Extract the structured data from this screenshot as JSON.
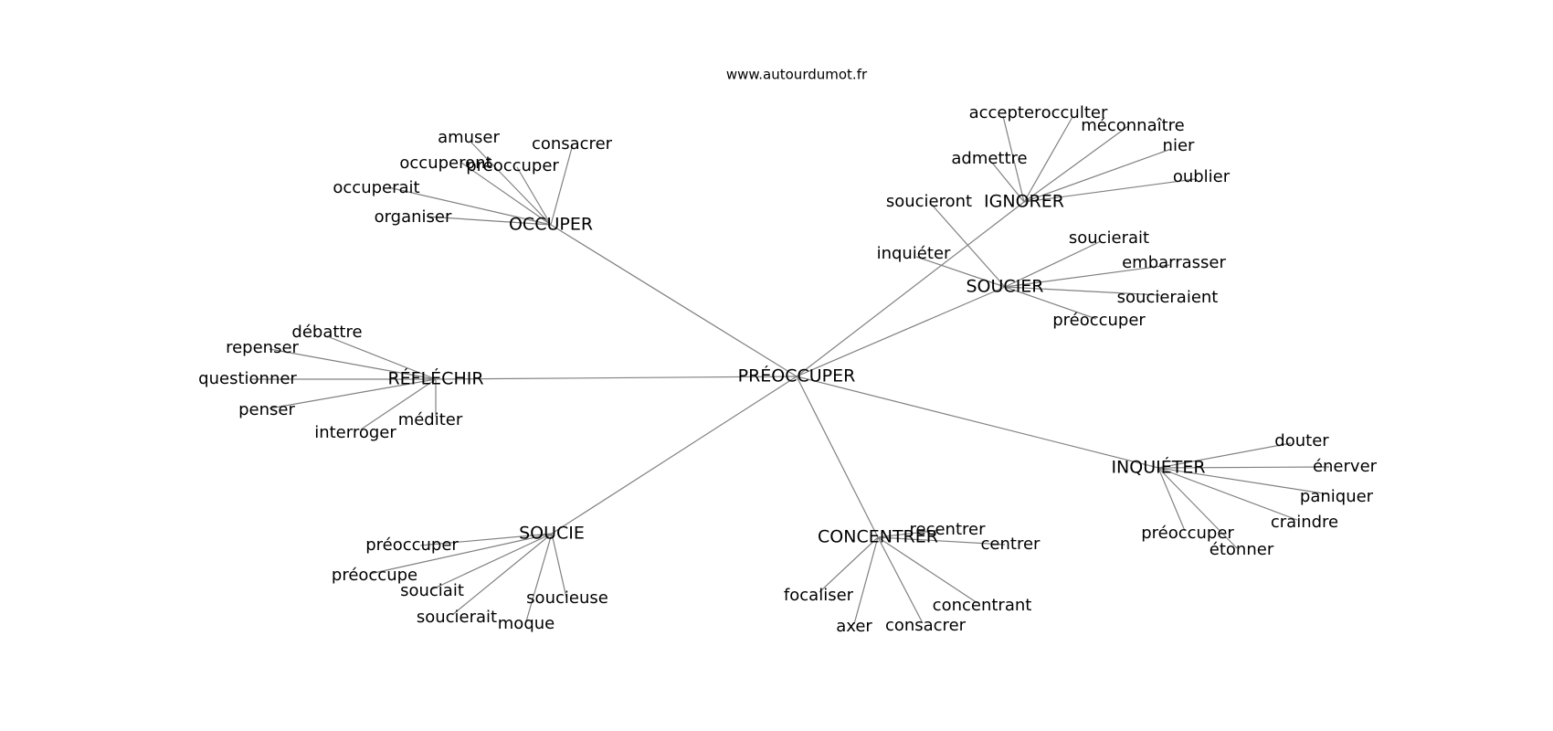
{
  "watermark": "www.autourdumot.fr",
  "graph": {
    "center": "PRÉOCCUPER",
    "clusters": [
      {
        "hub": "OCCUPER",
        "words": [
          "amuser",
          "consacrer",
          "occuperont",
          "préoccuper",
          "occuperait",
          "organiser"
        ]
      },
      {
        "hub": "IGNORER",
        "words": [
          "accepter",
          "occulter",
          "méconnaître",
          "admettre",
          "nier",
          "oublier"
        ]
      },
      {
        "hub": "SOUCIER",
        "words": [
          "soucieront",
          "inquiéter",
          "soucierait",
          "embarrasser",
          "soucieraient",
          "préoccuper"
        ]
      },
      {
        "hub": "RÉFLÉCHIR",
        "words": [
          "débattre",
          "repenser",
          "questionner",
          "penser",
          "interroger",
          "méditer"
        ]
      },
      {
        "hub": "INQUIÉTER",
        "words": [
          "douter",
          "énerver",
          "paniquer",
          "craindre",
          "préoccuper",
          "étonner"
        ]
      },
      {
        "hub": "SOUCIE",
        "words": [
          "préoccuper",
          "préoccupe",
          "souciait",
          "soucieuse",
          "soucierait",
          "moque"
        ]
      },
      {
        "hub": "CONCENTRER",
        "words": [
          "recentrer",
          "centrer",
          "focaliser",
          "concentrant",
          "axer",
          "consacrer"
        ]
      }
    ]
  }
}
